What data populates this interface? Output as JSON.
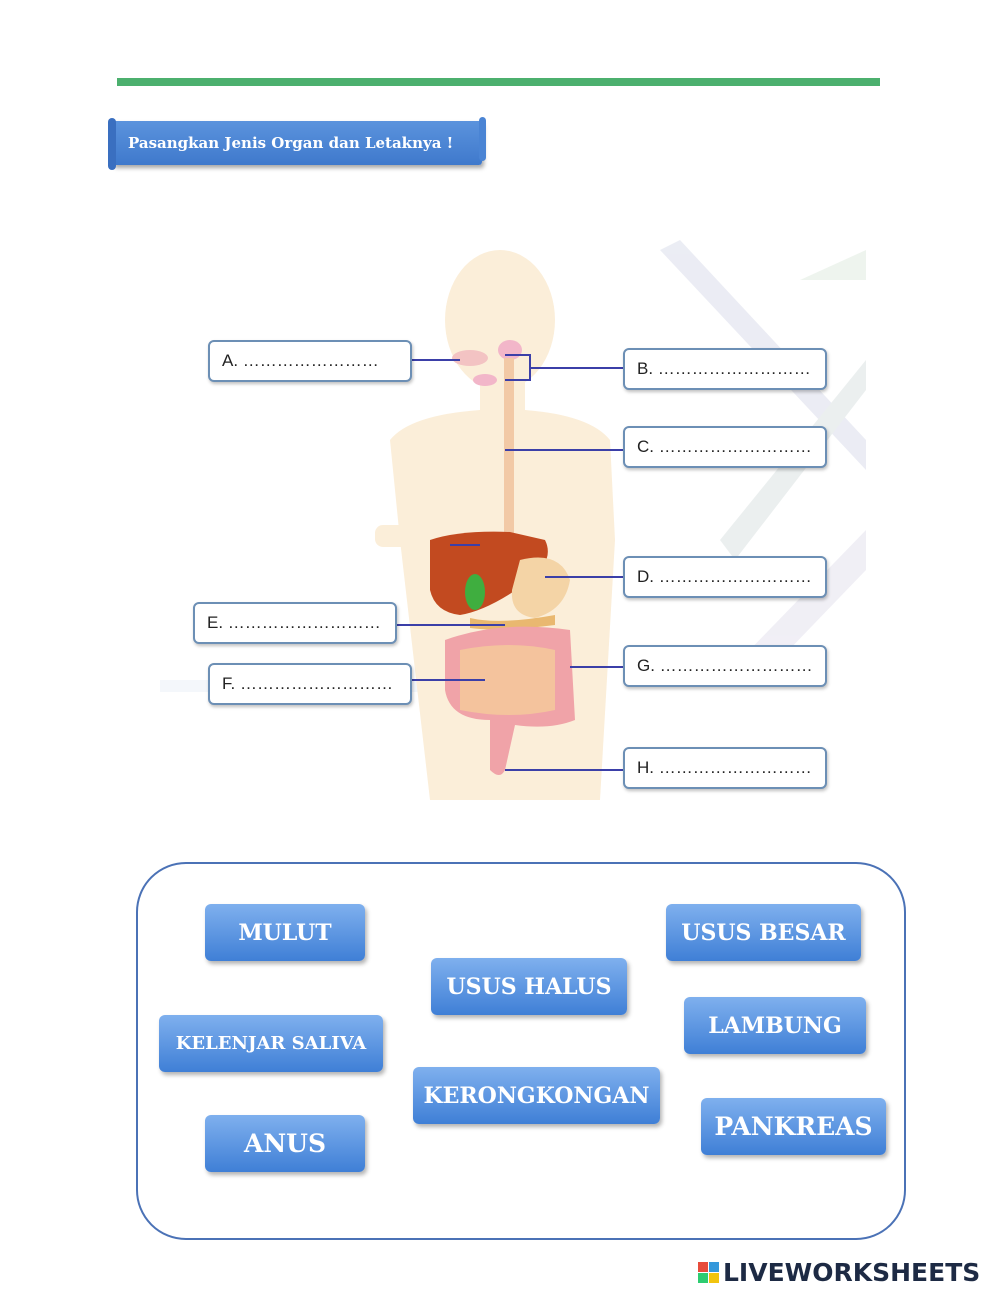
{
  "banner": {
    "title": "Pasangkan Jenis Organ dan Letaknya !"
  },
  "labels": {
    "a": "A. ……………………",
    "b": "B. ………………………",
    "c": "C. ………………………",
    "d": "D. ………………………",
    "e": "E. ………………………",
    "f": "F. ………………………",
    "g": "G. ………………………",
    "h": "H. ………………………"
  },
  "word_bank": {
    "mulut": "MULUT",
    "usus_besar": "USUS BESAR",
    "usus_halus": "USUS HALUS",
    "lambung": "LAMBUNG",
    "kelenjar_saliva": "KELENJAR SALIVA",
    "kerongkongan": "KERONGKONGAN",
    "pankreas": "PANKREAS",
    "anus": "ANUS"
  },
  "footer": {
    "brand": "LIVEWORKSHEETS"
  },
  "colors": {
    "accent_green": "#4cb06e",
    "button_blue": "#3f7fd6",
    "border_blue": "#4b72b6"
  }
}
